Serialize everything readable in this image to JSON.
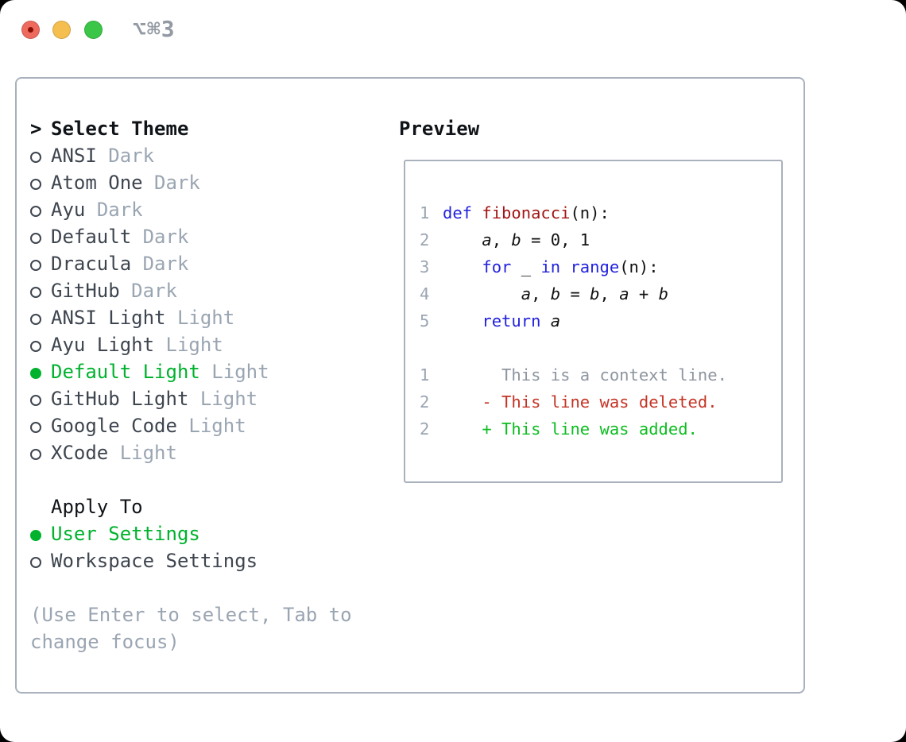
{
  "window": {
    "title_shortcut": "⌥⌘3"
  },
  "menu": {
    "header_marker": ">",
    "header_label": "Select Theme",
    "themes": [
      {
        "name": "ANSI",
        "variant": "Dark",
        "selected": false
      },
      {
        "name": "Atom One",
        "variant": "Dark",
        "selected": false
      },
      {
        "name": "Ayu",
        "variant": "Dark",
        "selected": false
      },
      {
        "name": "Default",
        "variant": "Dark",
        "selected": false
      },
      {
        "name": "Dracula",
        "variant": "Dark",
        "selected": false
      },
      {
        "name": "GitHub",
        "variant": "Dark",
        "selected": false
      },
      {
        "name": "ANSI Light",
        "variant": "Light",
        "selected": false
      },
      {
        "name": "Ayu Light",
        "variant": "Light",
        "selected": false
      },
      {
        "name": "Default Light",
        "variant": "Light",
        "selected": true
      },
      {
        "name": "GitHub Light",
        "variant": "Light",
        "selected": false
      },
      {
        "name": "Google Code",
        "variant": "Light",
        "selected": false
      },
      {
        "name": "XCode",
        "variant": "Light",
        "selected": false
      }
    ],
    "apply_to_label": "Apply To",
    "apply_targets": [
      {
        "name": "User Settings",
        "selected": true
      },
      {
        "name": "Workspace Settings",
        "selected": false
      }
    ],
    "help_text": "(Use Enter to select, Tab to change focus)"
  },
  "preview": {
    "title": "Preview",
    "lines": [
      {
        "num": "1",
        "tokens": [
          {
            "t": "def",
            "c": "kw"
          },
          {
            "t": " ",
            "c": "fg"
          },
          {
            "t": "fibonacci",
            "c": "fn"
          },
          {
            "t": "(n):",
            "c": "fg"
          }
        ]
      },
      {
        "num": "2",
        "tokens": [
          {
            "t": "    ",
            "c": "fg"
          },
          {
            "t": "a",
            "c": "var"
          },
          {
            "t": ", ",
            "c": "fg"
          },
          {
            "t": "b",
            "c": "var"
          },
          {
            "t": " = ",
            "c": "fg"
          },
          {
            "t": "0, 1",
            "c": "fg"
          }
        ]
      },
      {
        "num": "3",
        "tokens": [
          {
            "t": "    ",
            "c": "fg"
          },
          {
            "t": "for",
            "c": "kw"
          },
          {
            "t": " _ ",
            "c": "fg"
          },
          {
            "t": "in",
            "c": "kw"
          },
          {
            "t": " ",
            "c": "fg"
          },
          {
            "t": "range",
            "c": "kw"
          },
          {
            "t": "(n):",
            "c": "fg"
          }
        ]
      },
      {
        "num": "4",
        "tokens": [
          {
            "t": "        ",
            "c": "fg"
          },
          {
            "t": "a",
            "c": "var"
          },
          {
            "t": ", ",
            "c": "fg"
          },
          {
            "t": "b",
            "c": "var"
          },
          {
            "t": " = ",
            "c": "fg"
          },
          {
            "t": "b",
            "c": "var"
          },
          {
            "t": ", ",
            "c": "fg"
          },
          {
            "t": "a",
            "c": "var"
          },
          {
            "t": " + ",
            "c": "fg"
          },
          {
            "t": "b",
            "c": "var"
          }
        ]
      },
      {
        "num": "5",
        "tokens": [
          {
            "t": "    ",
            "c": "fg"
          },
          {
            "t": "return",
            "c": "kw"
          },
          {
            "t": " ",
            "c": "fg"
          },
          {
            "t": "a",
            "c": "var"
          }
        ]
      },
      {
        "num": "",
        "tokens": []
      },
      {
        "num": "1",
        "tokens": [
          {
            "t": "      This is a context line.",
            "c": "ctx"
          }
        ]
      },
      {
        "num": "2",
        "tokens": [
          {
            "t": "    ",
            "c": "fg"
          },
          {
            "t": "- This line was deleted.",
            "c": "del"
          }
        ]
      },
      {
        "num": "2",
        "tokens": [
          {
            "t": "    ",
            "c": "fg"
          },
          {
            "t": "+ This line was added.",
            "c": "add"
          }
        ]
      }
    ]
  },
  "colors": {
    "accent_green": "#00b22d",
    "added_green": "#0cbd20",
    "deleted_red": "#c43425",
    "keyword_blue": "#2222dd",
    "function_red": "#a31515",
    "code_text": "#121212",
    "muted_gray": "#9aa5b2",
    "context_gray": "#8d959f",
    "item_text": "#3e454f",
    "heading_black": "#101418",
    "panel_border": "#a9b1bc",
    "traffic_red": "#ee6a5e",
    "traffic_red_dot": "#8a0e03",
    "traffic_yellow": "#f5bf4f",
    "traffic_green": "#3bc648",
    "title_gray": "#939aa3"
  }
}
